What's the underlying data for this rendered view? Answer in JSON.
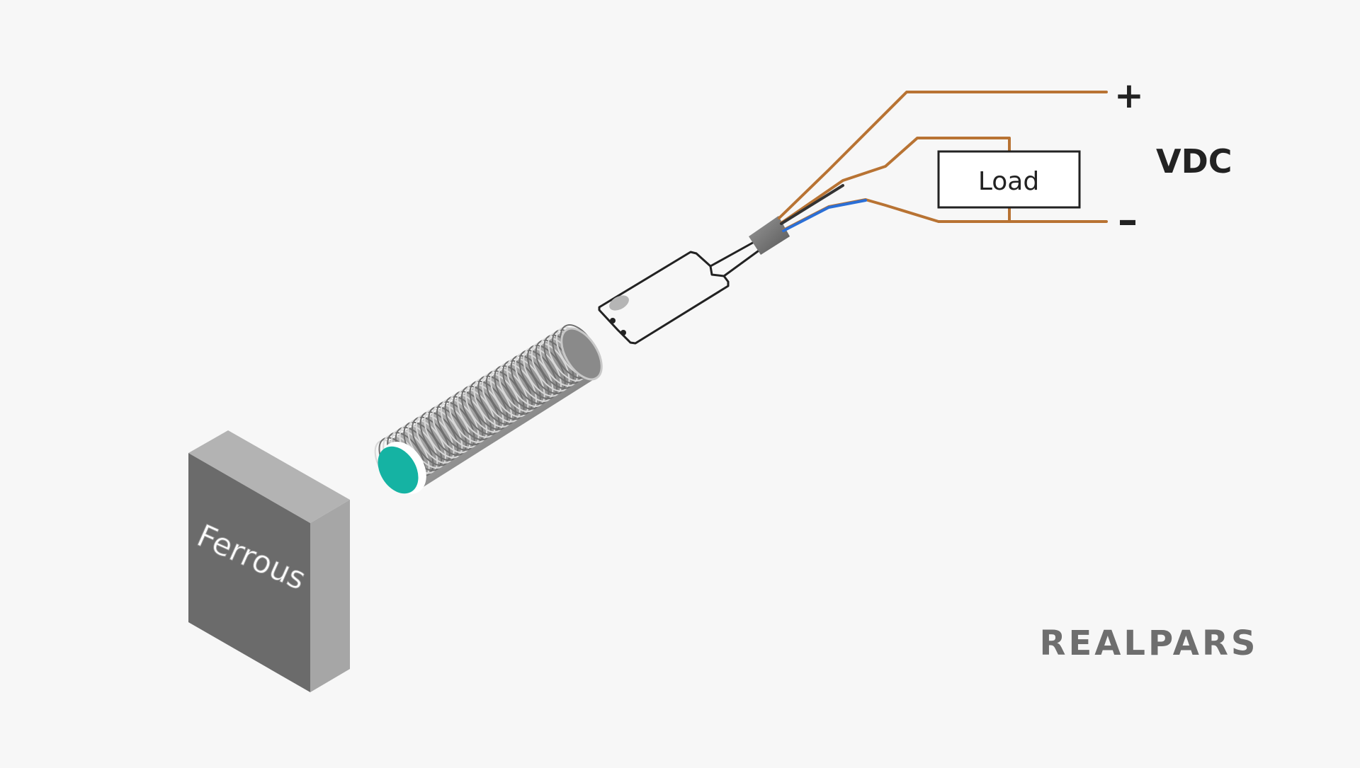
{
  "labels": {
    "plus": "+",
    "minus": "–",
    "vdc": "VDC",
    "load": "Load",
    "ferrous": "Ferrous",
    "brand": "REALPARS"
  },
  "colors": {
    "background": "#f7f7f7",
    "brown_wire": "#b87333",
    "blue_wire": "#2b6fd6",
    "black_wire": "#333333",
    "sensor_face": "#15b3a3",
    "block_front": "#6b6b6b",
    "block_top": "#b3b3b3",
    "block_side": "#a6a6a6",
    "brand_text": "#6e6e6e"
  },
  "icons": {
    "sensor": "inductive-proximity-sensor",
    "target": "ferrous-metal-block",
    "circuit": "sensor-circuit-board"
  }
}
